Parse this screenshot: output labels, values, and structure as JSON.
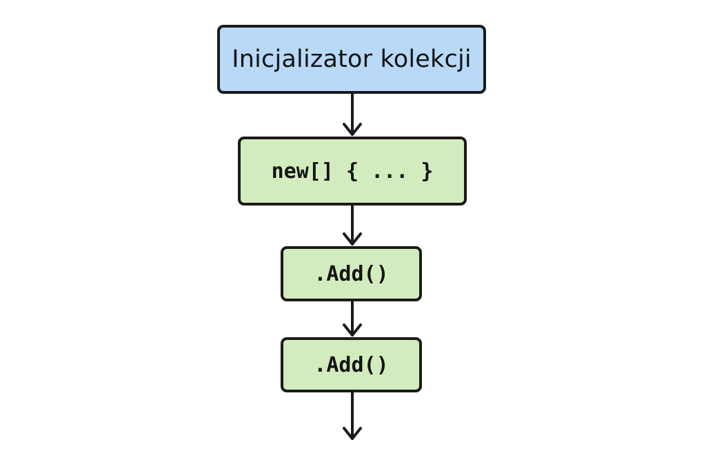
{
  "diagram": {
    "nodes": [
      {
        "id": "header",
        "label": "Inicjalizator kolekcji",
        "fill": "#b8d9f7"
      },
      {
        "id": "new-array",
        "label": "new[] { ... }",
        "fill": "#d3ecbd"
      },
      {
        "id": "add-1",
        "label": ".Add()",
        "fill": "#d3ecbd"
      },
      {
        "id": "add-2",
        "label": ".Add()",
        "fill": "#d3ecbd"
      }
    ],
    "edges": [
      {
        "from": "header",
        "to": "new-array"
      },
      {
        "from": "new-array",
        "to": "add-1"
      },
      {
        "from": "add-1",
        "to": "add-2"
      },
      {
        "from": "add-2",
        "to": null
      }
    ],
    "colors": {
      "stroke": "#1a1a1a",
      "header_fill": "#b8d9f7",
      "code_fill": "#d3ecbd"
    }
  }
}
